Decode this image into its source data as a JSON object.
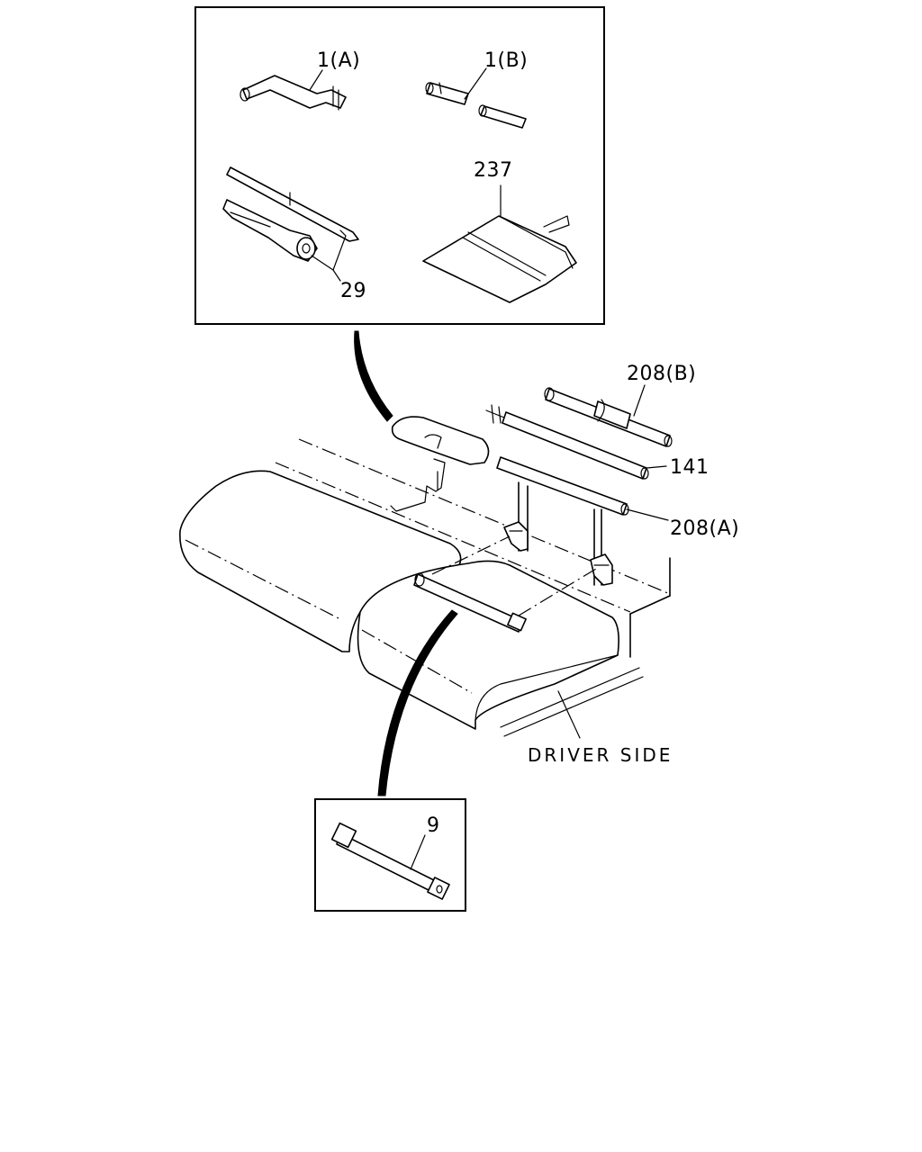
{
  "diagram": {
    "callouts": {
      "p1a": "1(A)",
      "p1b": "1(B)",
      "p237": "237",
      "p29": "29",
      "p208b": "208(B)",
      "p141": "141",
      "p208a": "208(A)",
      "p9": "9"
    },
    "note": "DRIVER SIDE"
  }
}
